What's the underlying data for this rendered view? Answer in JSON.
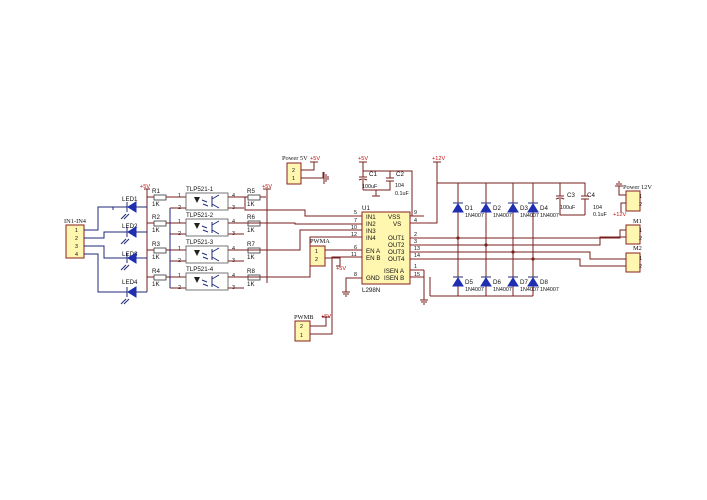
{
  "connectors": {
    "in_header": {
      "label": "IN1-IN4",
      "pins": [
        "1",
        "2",
        "3",
        "4"
      ]
    },
    "power5v": {
      "label": "Power 5V",
      "pins": [
        "2",
        "1"
      ]
    },
    "power12v": {
      "label": "Power 12V",
      "pins": [
        "1",
        "2"
      ]
    },
    "m1": {
      "label": "M1",
      "pins": [
        "1",
        "2"
      ]
    },
    "m2": {
      "label": "M2",
      "pins": [
        "1",
        "2"
      ]
    },
    "pwma": {
      "label": "PWMA",
      "pins": [
        "1",
        "2"
      ]
    },
    "pwmb": {
      "label": "PWMB",
      "pins": [
        "2",
        "1"
      ]
    }
  },
  "leds": [
    "LED1",
    "LED2",
    "LED3",
    "LED4"
  ],
  "resistors_in": [
    {
      "ref": "R1",
      "value": "1K"
    },
    {
      "ref": "R2",
      "value": "1K"
    },
    {
      "ref": "R3",
      "value": "1K"
    },
    {
      "ref": "R4",
      "value": "1K"
    }
  ],
  "resistors_out": [
    {
      "ref": "R5",
      "value": "1K"
    },
    {
      "ref": "R6",
      "value": "1K"
    },
    {
      "ref": "R7",
      "value": "1K"
    },
    {
      "ref": "R8",
      "value": "1K"
    }
  ],
  "optos": [
    "TLP521-1",
    "TLP521-2",
    "TLP521-3",
    "TLP521-4"
  ],
  "opto_pins": {
    "a": "1",
    "k": "2",
    "c": "4",
    "e": "3"
  },
  "capacitors": {
    "c1": {
      "ref": "C1",
      "value": "100uF"
    },
    "c2": {
      "ref": "C2",
      "value": "104",
      "value2": "0.1uF"
    },
    "c3": {
      "ref": "C3",
      "value": "100uF"
    },
    "c4": {
      "ref": "C4",
      "value": "104",
      "value2": "0.1uF"
    }
  },
  "ic": {
    "ref": "U1",
    "name": "L298N",
    "left_pins": [
      {
        "num": "5",
        "name": "IN1"
      },
      {
        "num": "7",
        "name": "IN2"
      },
      {
        "num": "10",
        "name": "IN3"
      },
      {
        "num": "12",
        "name": "IN4"
      },
      {
        "num": "6",
        "name": "EN A"
      },
      {
        "num": "11",
        "name": "EN B"
      },
      {
        "num": "8",
        "name": "GND"
      }
    ],
    "right_pins": [
      {
        "num": "9",
        "name": "VSS"
      },
      {
        "num": "4",
        "name": "VS"
      },
      {
        "num": "2",
        "name": "OUT1"
      },
      {
        "num": "3",
        "name": "OUT2"
      },
      {
        "num": "13",
        "name": "OUT3"
      },
      {
        "num": "14",
        "name": "OUT4"
      },
      {
        "num": "1",
        "name": "ISEN A"
      },
      {
        "num": "15",
        "name": "ISEN B"
      }
    ]
  },
  "diodes": [
    {
      "ref": "D1",
      "part": "1N4007"
    },
    {
      "ref": "D2",
      "part": "1N4007"
    },
    {
      "ref": "D3",
      "part": "1N4007"
    },
    {
      "ref": "D4",
      "part": "1N4007"
    },
    {
      "ref": "D5",
      "part": "1N4007"
    },
    {
      "ref": "D6",
      "part": "1N4007"
    },
    {
      "ref": "D7",
      "part": "1N4007"
    },
    {
      "ref": "D8",
      "part": "1N4007"
    }
  ],
  "rails": {
    "v5": "+5V",
    "v12": "+12V"
  }
}
